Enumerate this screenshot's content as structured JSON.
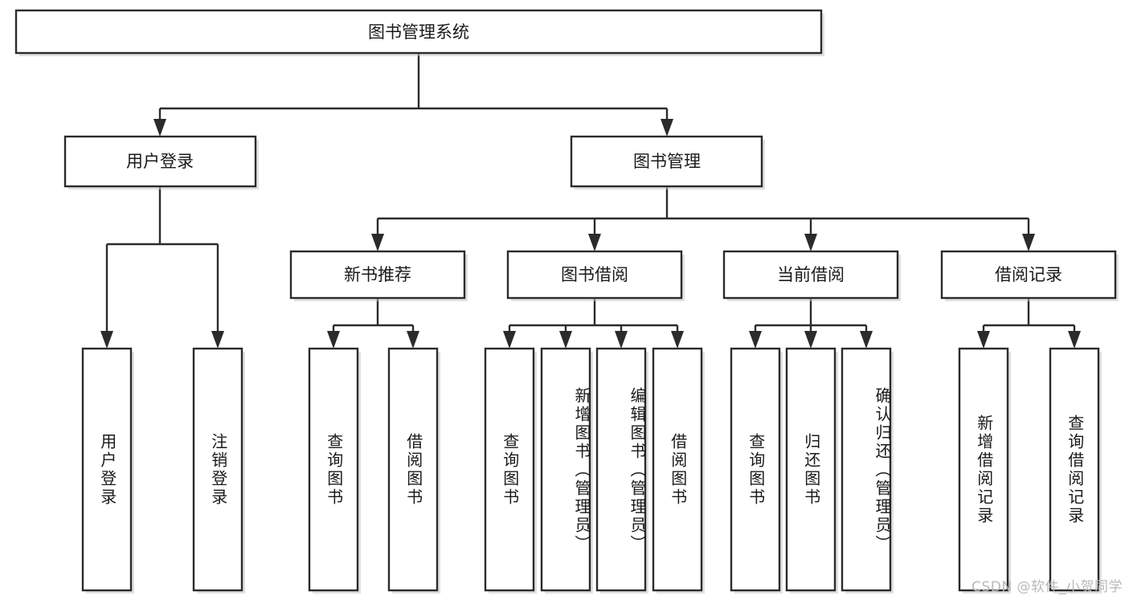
{
  "diagram": {
    "title": "图书管理系统",
    "type": "hierarchy-tree",
    "watermark": "CSDN @软件_小贺同学",
    "colors": {
      "box_stroke": "#2b2b2b",
      "box_fill": "#ffffff",
      "text": "#1a1a1a",
      "background": "#ffffff",
      "watermark": "#b9b9b9"
    },
    "root": {
      "id": "root",
      "label": "图书管理系统"
    },
    "level2": [
      {
        "id": "user-login",
        "label": "用户登录"
      },
      {
        "id": "book-manage",
        "label": "图书管理"
      }
    ],
    "level3": [
      {
        "id": "new-book-rec",
        "label": "新书推荐",
        "parent": "book-manage"
      },
      {
        "id": "book-borrow",
        "label": "图书借阅",
        "parent": "book-manage"
      },
      {
        "id": "current-borrow",
        "label": "当前借阅",
        "parent": "book-manage"
      },
      {
        "id": "borrow-record",
        "label": "借阅记录",
        "parent": "book-manage"
      }
    ],
    "leaves": [
      {
        "id": "leaf-user-login",
        "label": "用户登录",
        "parent": "user-login"
      },
      {
        "id": "leaf-user-logout",
        "label": "注销登录",
        "parent": "user-login"
      },
      {
        "id": "leaf-query-book-1",
        "label": "查询图书",
        "parent": "new-book-rec"
      },
      {
        "id": "leaf-borrow-book-1",
        "label": "借阅图书",
        "parent": "new-book-rec"
      },
      {
        "id": "leaf-query-book-2",
        "label": "查询图书",
        "parent": "book-borrow"
      },
      {
        "id": "leaf-add-book",
        "label": "新增图书（管理员）",
        "parent": "book-borrow"
      },
      {
        "id": "leaf-edit-book",
        "label": "编辑图书（管理员）",
        "parent": "book-borrow"
      },
      {
        "id": "leaf-borrow-book-2",
        "label": "借阅图书",
        "parent": "book-borrow"
      },
      {
        "id": "leaf-query-book-3",
        "label": "查询图书",
        "parent": "current-borrow"
      },
      {
        "id": "leaf-return-book",
        "label": "归还图书",
        "parent": "current-borrow"
      },
      {
        "id": "leaf-confirm-return",
        "label": "确认归还（管理员）",
        "parent": "current-borrow"
      },
      {
        "id": "leaf-add-record",
        "label": "新增借阅记录",
        "parent": "borrow-record"
      },
      {
        "id": "leaf-query-record",
        "label": "查询借阅记录",
        "parent": "borrow-record"
      }
    ]
  }
}
